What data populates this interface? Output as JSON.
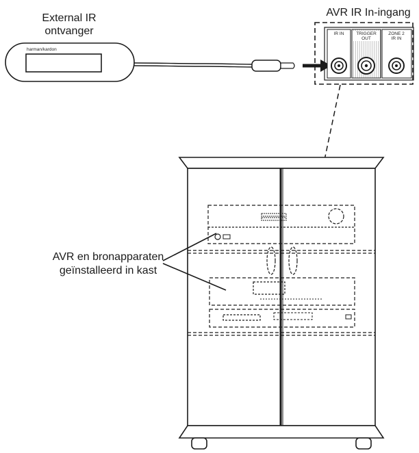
{
  "labels": {
    "external_ir_line1": "External IR",
    "external_ir_line2": "ontvanger",
    "avr_ir_input": "AVR IR In-ingang",
    "cabinet_line1": "AVR en bronapparaten",
    "cabinet_line2": "geïnstalleerd in kast"
  },
  "receiver": {
    "brand": "harman/kardon"
  },
  "jack_panel": {
    "jacks": [
      {
        "line1": "IR IN",
        "line2": ""
      },
      {
        "line1": "TRIGGER",
        "line2": "OUT"
      },
      {
        "line1": "ZONE 2",
        "line2": "IR IN"
      }
    ]
  },
  "colors": {
    "line": "#1a1a1a",
    "hatch": "#9a9a9a",
    "background": "#ffffff"
  }
}
